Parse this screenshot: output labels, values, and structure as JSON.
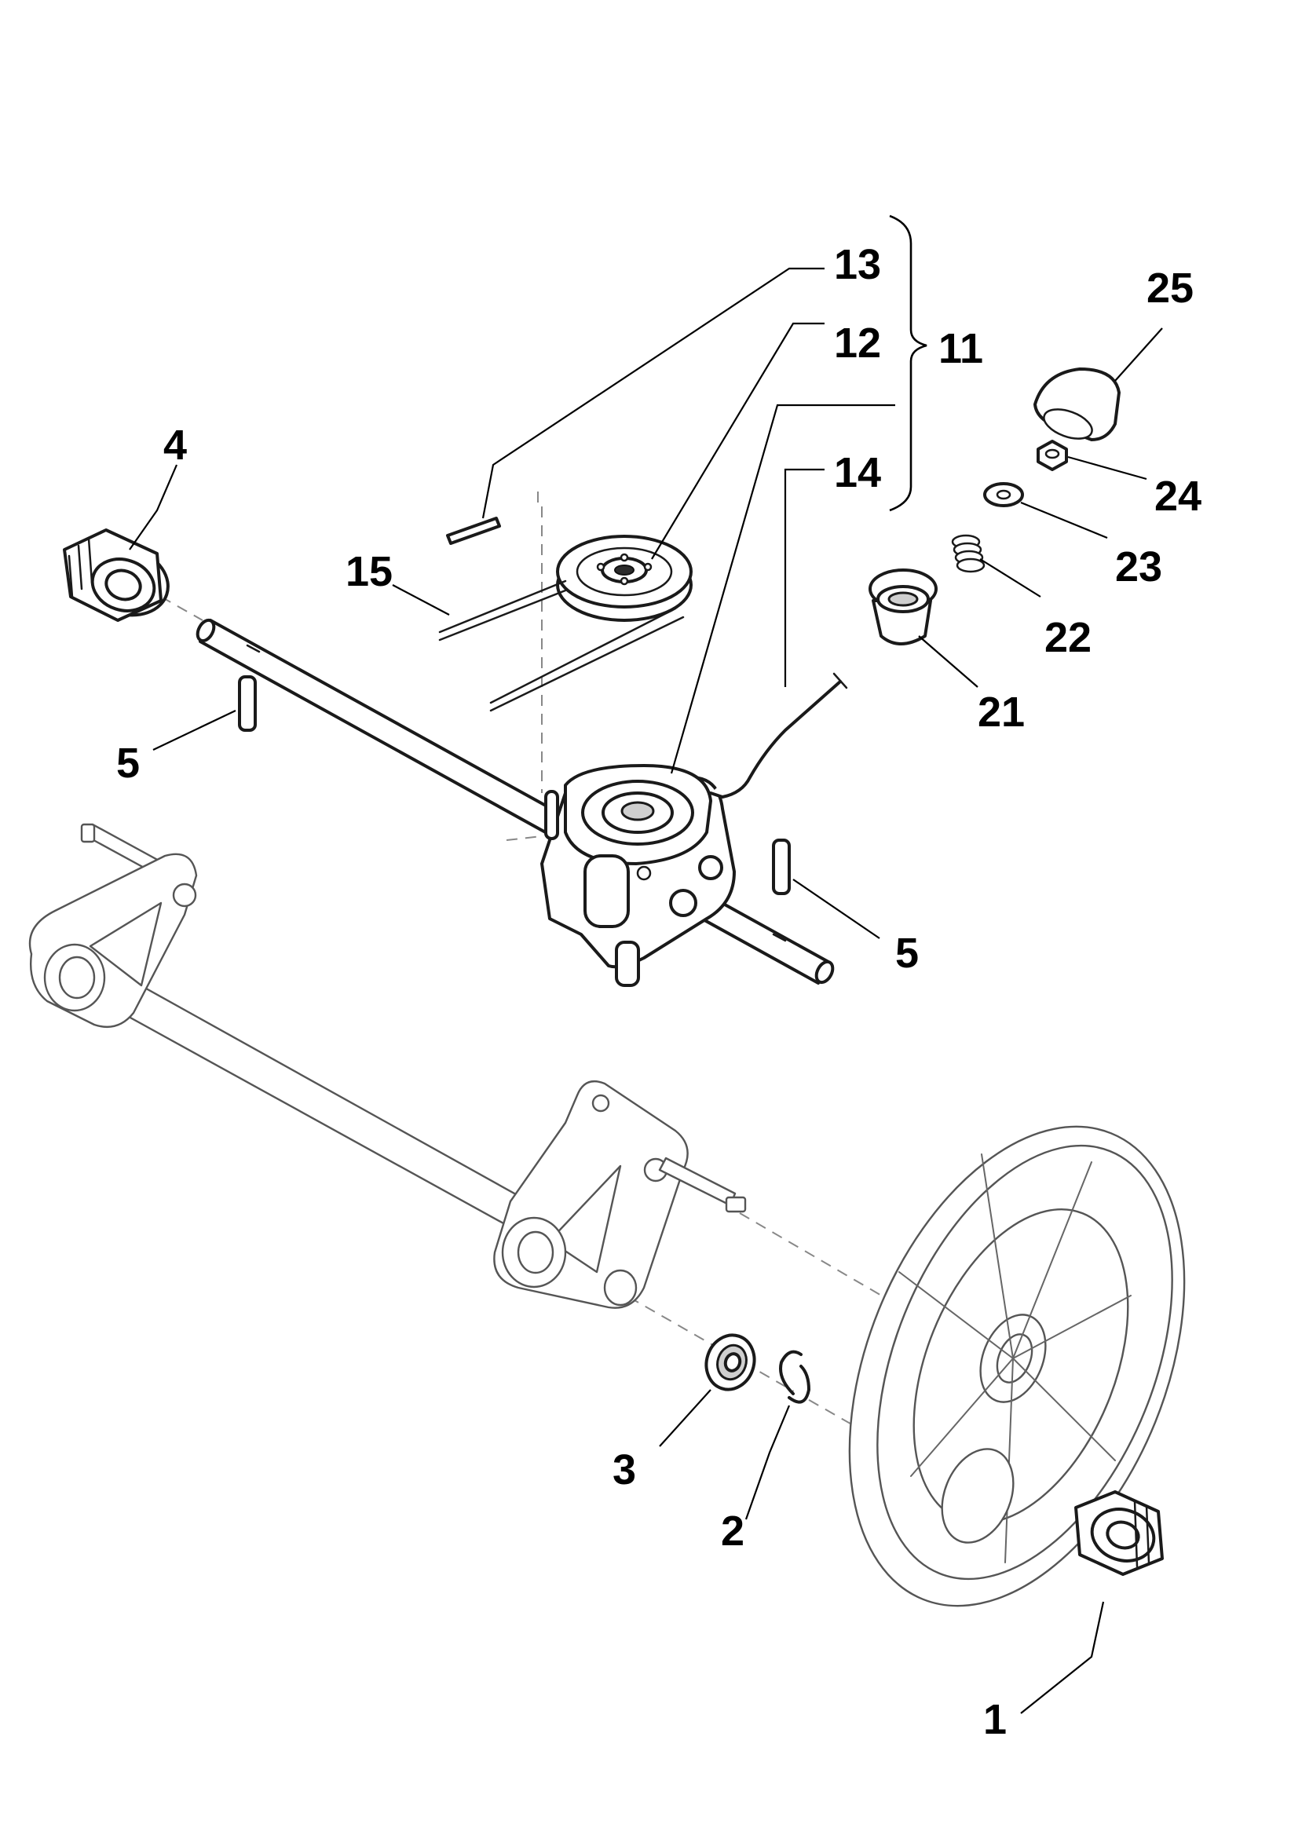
{
  "callouts": [
    {
      "id": "c1",
      "text": "1"
    },
    {
      "id": "c2",
      "text": "2"
    },
    {
      "id": "c3",
      "text": "3"
    },
    {
      "id": "c4",
      "text": "4"
    },
    {
      "id": "c5a",
      "text": "5"
    },
    {
      "id": "c5b",
      "text": "5"
    },
    {
      "id": "c11",
      "text": "11"
    },
    {
      "id": "c12",
      "text": "12"
    },
    {
      "id": "c13",
      "text": "13"
    },
    {
      "id": "c14",
      "text": "14"
    },
    {
      "id": "c15",
      "text": "15"
    },
    {
      "id": "c21",
      "text": "21"
    },
    {
      "id": "c22",
      "text": "22"
    },
    {
      "id": "c23",
      "text": "23"
    },
    {
      "id": "c24",
      "text": "24"
    },
    {
      "id": "c25",
      "text": "25"
    }
  ]
}
